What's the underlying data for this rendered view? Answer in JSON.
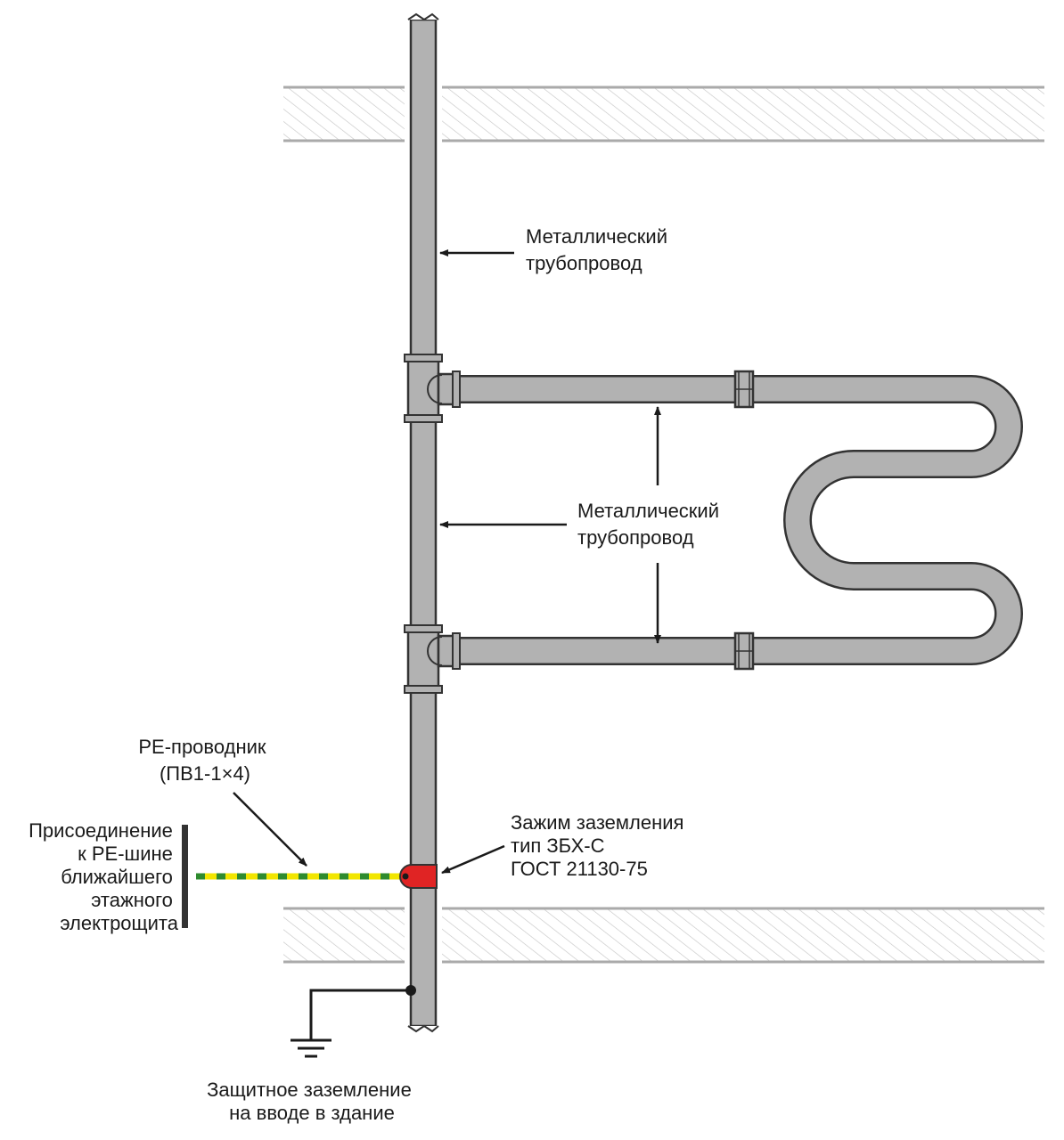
{
  "labels": {
    "pipeline_upper": [
      "Металлический",
      "трубопровод"
    ],
    "pipeline_middle": [
      "Металлический",
      "трубопровод"
    ],
    "pe_conductor": [
      "PE-проводник",
      "(ПВ1-1×4)"
    ],
    "connection": [
      "Присоединение",
      "к PE-шине",
      "ближайшего",
      "этажного",
      "электрощита"
    ],
    "clamp": [
      "Зажим заземления",
      "тип ЗБХ-С",
      "ГОСТ 21130-75"
    ],
    "grounding": [
      "Защитное заземление",
      "на вводе в здание"
    ]
  },
  "colors": {
    "pipe_fill": "#b2b2b2",
    "outline": "#333333",
    "clamp": "#e02424",
    "pe_yellow": "#f2e600",
    "pe_green": "#2e8b2e",
    "slab_hatch": "#c6c6c6",
    "text": "#1a1a1a"
  }
}
